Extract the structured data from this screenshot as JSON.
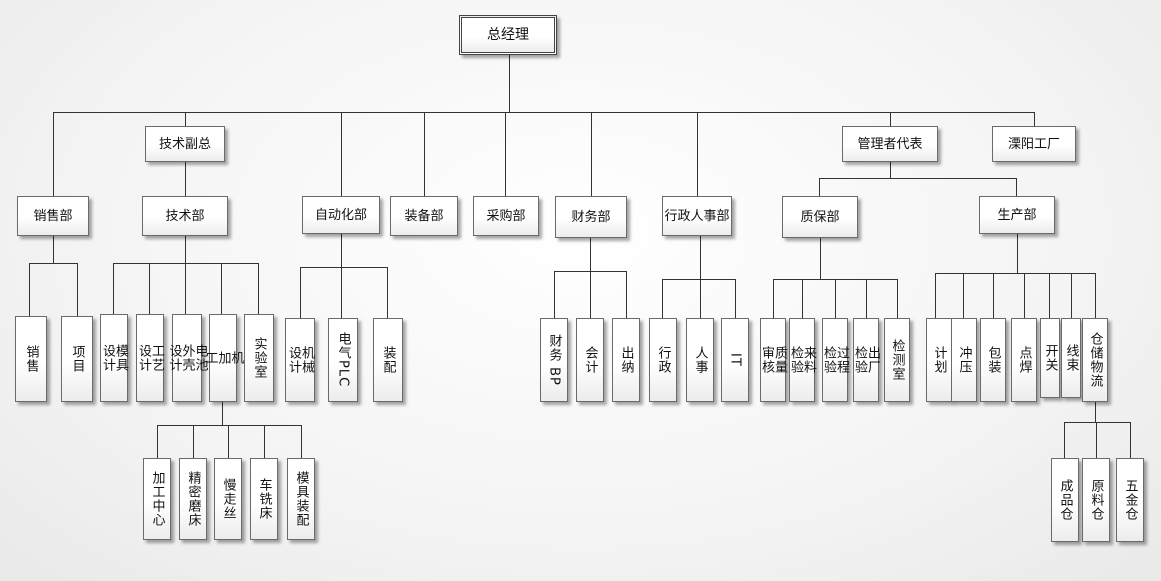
{
  "org_chart": {
    "root": "总经理",
    "top_branches": [
      "销售部",
      "技术副总",
      "自动化部",
      "装备部",
      "采购部",
      "财务部",
      "行政人事部",
      "管理者代表",
      "溧阳工厂"
    ],
    "departments": {
      "sales": {
        "name": "销售部",
        "children": [
          "销售",
          "项目"
        ]
      },
      "tech_vp": {
        "name": "技术副总",
        "children": [
          "技术部"
        ]
      },
      "tech": {
        "name": "技术部",
        "children": [
          "模具\n设计",
          "工艺\n设计",
          "电池\n外壳\n设计",
          "机\n加\n工",
          "实验室"
        ]
      },
      "machining": {
        "name": "机加工",
        "children": [
          "加工中心",
          "精密磨床",
          "慢走丝",
          "车铣床",
          "模具装配"
        ]
      },
      "automation": {
        "name": "自动化部",
        "children": [
          "机械\n设计",
          "电气PLC",
          "装配"
        ]
      },
      "equipment": {
        "name": "装备部"
      },
      "purchasing": {
        "name": "采购部"
      },
      "finance": {
        "name": "财务部",
        "children": [
          "财务 BP",
          "会计",
          "出纳"
        ]
      },
      "admin_hr": {
        "name": "行政人事部",
        "children": [
          "行政",
          "人事",
          "IT"
        ]
      },
      "mgmt_rep": {
        "name": "管理者代表",
        "children": [
          "质保部",
          "生产部"
        ]
      },
      "qa": {
        "name": "质保部",
        "children": [
          "质量\n审核",
          "来料\n检验",
          "过程\n检验",
          "出厂\n检验",
          "检测室"
        ]
      },
      "production": {
        "name": "生产部",
        "children": [
          "计划",
          "冲压",
          "包装",
          "点焊",
          "开关",
          "线束",
          "仓储物流"
        ]
      },
      "warehouse": {
        "name": "仓储物流",
        "children": [
          "成品仓",
          "原料仓",
          "五金仓"
        ]
      },
      "liyang": {
        "name": "溧阳工厂"
      }
    }
  }
}
